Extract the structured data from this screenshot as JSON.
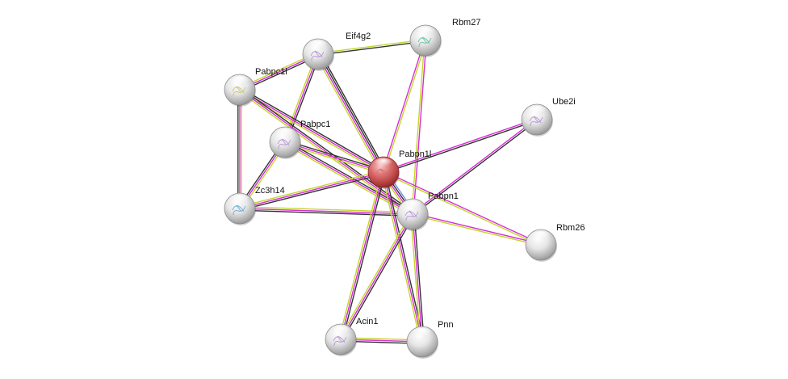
{
  "diagram": {
    "type": "protein-interaction-network",
    "nodes": [
      {
        "id": "Eif4g2",
        "label": "Eif4g2",
        "style": "structure",
        "tint": "#b38fd6"
      },
      {
        "id": "Rbm27",
        "label": "Rbm27",
        "style": "structure",
        "tint": "#5fbfa0"
      },
      {
        "id": "Pabpc1l",
        "label": "Pabpc1l",
        "style": "structure",
        "tint": "#c9c36a"
      },
      {
        "id": "Ube2i",
        "label": "Ube2i",
        "style": "structure",
        "tint": "#b38fd6"
      },
      {
        "id": "Pabpc1",
        "label": "Pabpc1",
        "style": "structure",
        "tint": "#b38fd6"
      },
      {
        "id": "Pabpn1l",
        "label": "Pabpn1l",
        "style": "query",
        "tint": "#d86a6a"
      },
      {
        "id": "Zc3h14",
        "label": "Zc3h14",
        "style": "structure",
        "tint": "#5fa8d6"
      },
      {
        "id": "Pabpn1",
        "label": "Pabpn1",
        "style": "structure",
        "tint": "#b38fd6"
      },
      {
        "id": "Rbm26",
        "label": "Rbm26",
        "style": "plain",
        "tint": ""
      },
      {
        "id": "Acin1",
        "label": "Acin1",
        "style": "structure",
        "tint": "#b38fd6"
      },
      {
        "id": "Pnn",
        "label": "Pnn",
        "style": "plain",
        "tint": ""
      }
    ],
    "edges": [
      {
        "a": "Eif4g2",
        "b": "Rbm27",
        "kinds": [
          "textmining",
          "coexpression"
        ]
      },
      {
        "a": "Eif4g2",
        "b": "Pabpc1l",
        "kinds": [
          "coexpression",
          "experimental",
          "textmining"
        ]
      },
      {
        "a": "Eif4g2",
        "b": "Pabpc1",
        "kinds": [
          "coexpression",
          "experimental",
          "textmining"
        ]
      },
      {
        "a": "Eif4g2",
        "b": "Pabpn1l",
        "kinds": [
          "coexpression",
          "coexpression",
          "experimental",
          "textmining"
        ]
      },
      {
        "a": "Rbm27",
        "b": "Pabpn1l",
        "kinds": [
          "textmining",
          "experimental"
        ]
      },
      {
        "a": "Rbm27",
        "b": "Pabpn1",
        "kinds": [
          "experimental",
          "textmining"
        ]
      },
      {
        "a": "Pabpc1l",
        "b": "Zc3h14",
        "kinds": [
          "textmining",
          "experimental",
          "coexpression"
        ]
      },
      {
        "a": "Pabpc1l",
        "b": "Pabpn1l",
        "kinds": [
          "coexpression",
          "experimental",
          "textmining"
        ]
      },
      {
        "a": "Pabpc1l",
        "b": "Pabpn1",
        "kinds": [
          "coexpression",
          "experimental",
          "textmining"
        ]
      },
      {
        "a": "Pabpc1",
        "b": "Zc3h14",
        "kinds": [
          "textmining",
          "experimental",
          "coexpression"
        ]
      },
      {
        "a": "Pabpc1",
        "b": "Pabpn1l",
        "kinds": [
          "coexpression",
          "experimental",
          "textmining"
        ]
      },
      {
        "a": "Pabpc1",
        "b": "Pabpn1",
        "kinds": [
          "coexpression",
          "experimental",
          "textmining"
        ]
      },
      {
        "a": "Ube2i",
        "b": "Pabpn1l",
        "kinds": [
          "coexpression",
          "experimental"
        ]
      },
      {
        "a": "Ube2i",
        "b": "Pabpn1",
        "kinds": [
          "coexpression",
          "experimental"
        ]
      },
      {
        "a": "Zc3h14",
        "b": "Pabpn1l",
        "kinds": [
          "textmining",
          "experimental",
          "coexpression"
        ]
      },
      {
        "a": "Zc3h14",
        "b": "Pabpn1",
        "kinds": [
          "textmining",
          "experimental",
          "coexpression"
        ]
      },
      {
        "a": "Pabpn1l",
        "b": "Pabpn1",
        "kinds": [
          "homology",
          "coexpression",
          "experimental",
          "textmining"
        ]
      },
      {
        "a": "Pabpn1l",
        "b": "Rbm26",
        "kinds": [
          "experimental",
          "textmining"
        ]
      },
      {
        "a": "Pabpn1",
        "b": "Rbm26",
        "kinds": [
          "experimental",
          "textmining"
        ]
      },
      {
        "a": "Pabpn1l",
        "b": "Acin1",
        "kinds": [
          "coexpression",
          "experimental",
          "textmining"
        ]
      },
      {
        "a": "Pabpn1l",
        "b": "Pnn",
        "kinds": [
          "coexpression",
          "experimental",
          "textmining"
        ]
      },
      {
        "a": "Pabpn1",
        "b": "Acin1",
        "kinds": [
          "coexpression",
          "experimental",
          "textmining"
        ]
      },
      {
        "a": "Pabpn1",
        "b": "Pnn",
        "kinds": [
          "coexpression",
          "experimental",
          "textmining"
        ]
      },
      {
        "a": "Acin1",
        "b": "Pnn",
        "kinds": [
          "textmining",
          "experimental",
          "coexpression"
        ]
      }
    ],
    "edge_colors": {
      "coexpression": "#333333",
      "experimental": "#d62fd6",
      "textmining": "#c3d62a",
      "homology": "#6f8fe0"
    },
    "node_colors": {
      "query": "#d95757",
      "default": "#d9d9d9"
    }
  }
}
